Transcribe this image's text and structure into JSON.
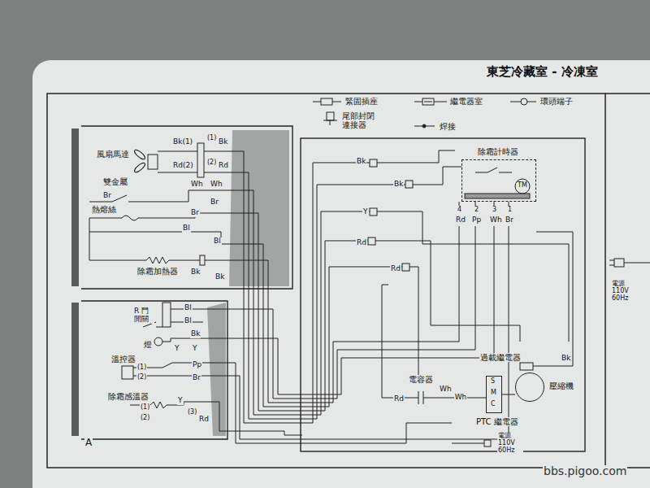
{
  "diagram": {
    "title": "東芝冷藏室 - 冷凍室",
    "nodes": [
      {
        "text": [
          "除霜計時器"
        ]
      },
      {
        "text": [
          "電容器"
        ]
      },
      {
        "text": [
          "PTC 繼電器"
        ]
      },
      {
        "text": [
          "壓縮機"
        ]
      }
    ],
    "edges": [
      {
        "from": 1,
        "to": 2,
        "arrow": "none",
        "label": "Wh"
      },
      {
        "from": 2,
        "to": 3,
        "arrow": "none"
      }
    ],
    "labels": [
      "風扇馬達",
      "Bk(1)",
      "Rd(2)",
      "(1)",
      "Bk",
      "(2)",
      "Rd",
      "雙金屬",
      "Br",
      "Wh",
      "Wh",
      "熱熔絲",
      "Br",
      "Br",
      "Bl",
      "Bl",
      "除霜加熱器",
      "Bk",
      "Bk",
      "R 門 開關",
      "Bl",
      "Bl",
      "燈",
      "Bk",
      "Y",
      "Y",
      "溫控器",
      "(1)",
      "(2)",
      "Pp",
      "Br",
      "除霜感溫器",
      "Y",
      "(1)",
      "(2)",
      "(3)",
      "Rd",
      "A",
      "Bk",
      "Bk",
      "Y",
      "Rd",
      "Rd",
      "4",
      "Rd",
      "2",
      "Pp",
      "3",
      "Wh",
      "1",
      "Br",
      "TM",
      "過載繼電器",
      "Bk",
      "Rd",
      "Wh",
      "S",
      "M",
      "C",
      "電源 110V 60Hz",
      "電源 110V 60Hz",
      "bbs.pigoo.com"
    ],
    "legend": [
      {
        "text": "緊固插座"
      },
      {
        "text": "繼電器室"
      },
      {
        "text": "環頭端子"
      },
      {
        "text": "尾部封閉 連接器"
      },
      {
        "text": "焊接"
      }
    ]
  }
}
